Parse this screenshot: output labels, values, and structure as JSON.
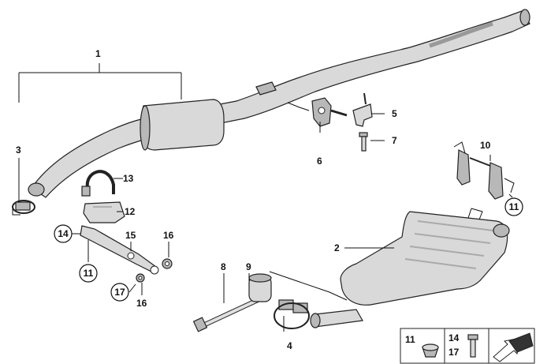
{
  "callouts": {
    "c1": "1",
    "c2": "2",
    "c3": "3",
    "c4": "4",
    "c5": "5",
    "c6": "6",
    "c7": "7",
    "c8": "8",
    "c9": "9",
    "c10": "10",
    "c11a": "11",
    "c11b": "11",
    "c12": "12",
    "c13": "13",
    "c14": "14",
    "c15": "15",
    "c16a": "16",
    "c16b": "16",
    "c17": "17"
  },
  "legend_box": {
    "item_11": "11",
    "item_14": "14",
    "item_17": "17"
  }
}
